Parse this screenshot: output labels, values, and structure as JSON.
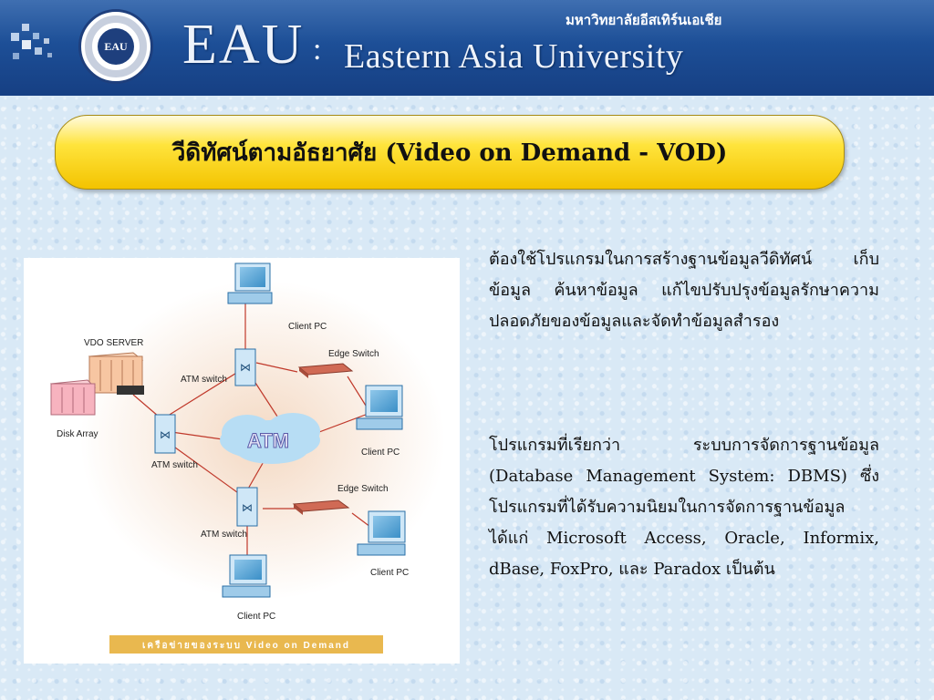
{
  "header": {
    "thai_university_name": "มหาวิทยาลัยอีสเทิร์นเอเชีย",
    "brand": "EAU",
    "colon": ":",
    "university_name": "Eastern Asia University",
    "logo_text": "EAU"
  },
  "title": "วีดิทัศน์ตามอัธยาศัย (Video on Demand - VOD)",
  "paragraphs": [
    "ต้องใช้โปรแกรมในการสร้างฐานข้อมูลวีดิทัศน์ เก็บข้อมูล ค้นหาข้อมูล แก้ไขปรับปรุงข้อมูลรักษาความปลอดภัยของข้อมูลและจัดทำข้อมูลสำรอง",
    "โปรแกรมที่เรียกว่า ระบบการจัดการฐานข้อมูล (Database Management System: DBMS) ซึ่งโปรแกรมที่ได้รับความนิยมในการจัดการฐานข้อมูล ได้แก่ Microsoft Access, Oracle, Informix, dBase, FoxPro, และ Paradox เป็นต้น"
  ],
  "diagram": {
    "vdo_server": "VDO SERVER",
    "disk_array": "Disk Array",
    "atm_switch": "ATM switch",
    "atm": "ATM",
    "client_pc": "Client PC",
    "edge_switch": "Edge Switch",
    "caption": "เครือข่ายของระบบ Video on Demand"
  },
  "colors": {
    "header_blue": "#1d4f97",
    "title_yellow": "#ffe43c",
    "cloud_blue": "#b7ddf4",
    "network_line": "#c0392b"
  }
}
